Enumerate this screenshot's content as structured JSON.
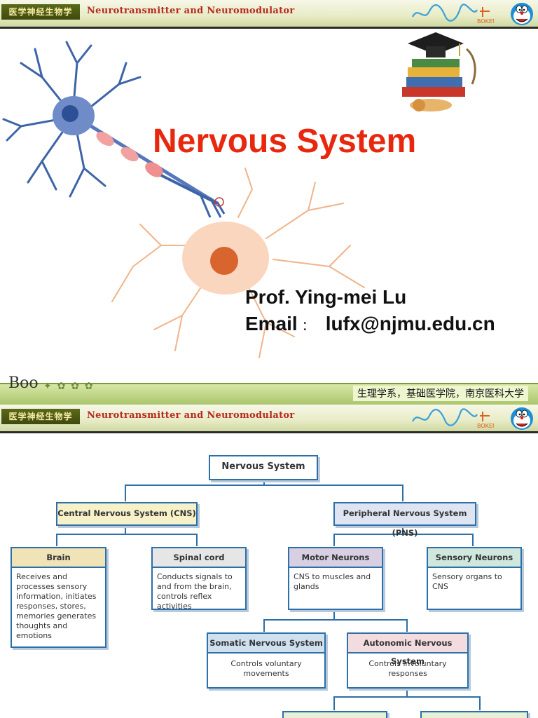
{
  "header": {
    "badge_text": "医学神经生物学",
    "title": "Neurotransmitter and Neuromodulator"
  },
  "slide1": {
    "title": "Nervous System",
    "professor": "Prof.  Ying-mei Lu",
    "email_label": "Email",
    "email_colon": "：",
    "email_value": "lufx@njmu.edu.cn"
  },
  "footer": {
    "brand_text": "Boo",
    "department": "生理学系，基础医学院，南京医科大学"
  },
  "diagram": {
    "root": "Nervous System",
    "cns": "Central Nervous System (CNS)",
    "pns": "Peripheral Nervous System (PNS)",
    "brain": {
      "title": "Brain",
      "body": "Receives and processes sensory information, initiates responses, stores, memories generates thoughts and emotions"
    },
    "spinal": {
      "title": "Spinal cord",
      "body": "Conducts signals to and from the brain, controls reflex activities"
    },
    "motor": {
      "title": "Motor Neurons",
      "body": "CNS to muscles and glands"
    },
    "sensory": {
      "title": "Sensory Neurons",
      "body": "Sensory organs to CNS"
    },
    "somatic": {
      "title": "Somatic Nervous System",
      "body": "Controls voluntary movements"
    },
    "autonomic": {
      "title": "Autonomic Nervous System",
      "body": "Controls involuntary responses"
    },
    "sympathetic": {
      "title": "Sympathetic Division"
    },
    "parasympathetic": {
      "title": "Parasympathetic Division"
    }
  },
  "colors": {
    "title_red": "#e8280e",
    "box_border": "#2d6fa8",
    "brain_header": "#f1e3b8",
    "spinal_header": "#e6e6e6",
    "motor_header": "#d9cfe3",
    "sensory_header": "#cfe7dd",
    "cns_header": "#f6f1c9",
    "pns_header": "#dfe4f2",
    "somatic_header": "#cfe0ef",
    "autonomic_header": "#f2dcdf"
  }
}
